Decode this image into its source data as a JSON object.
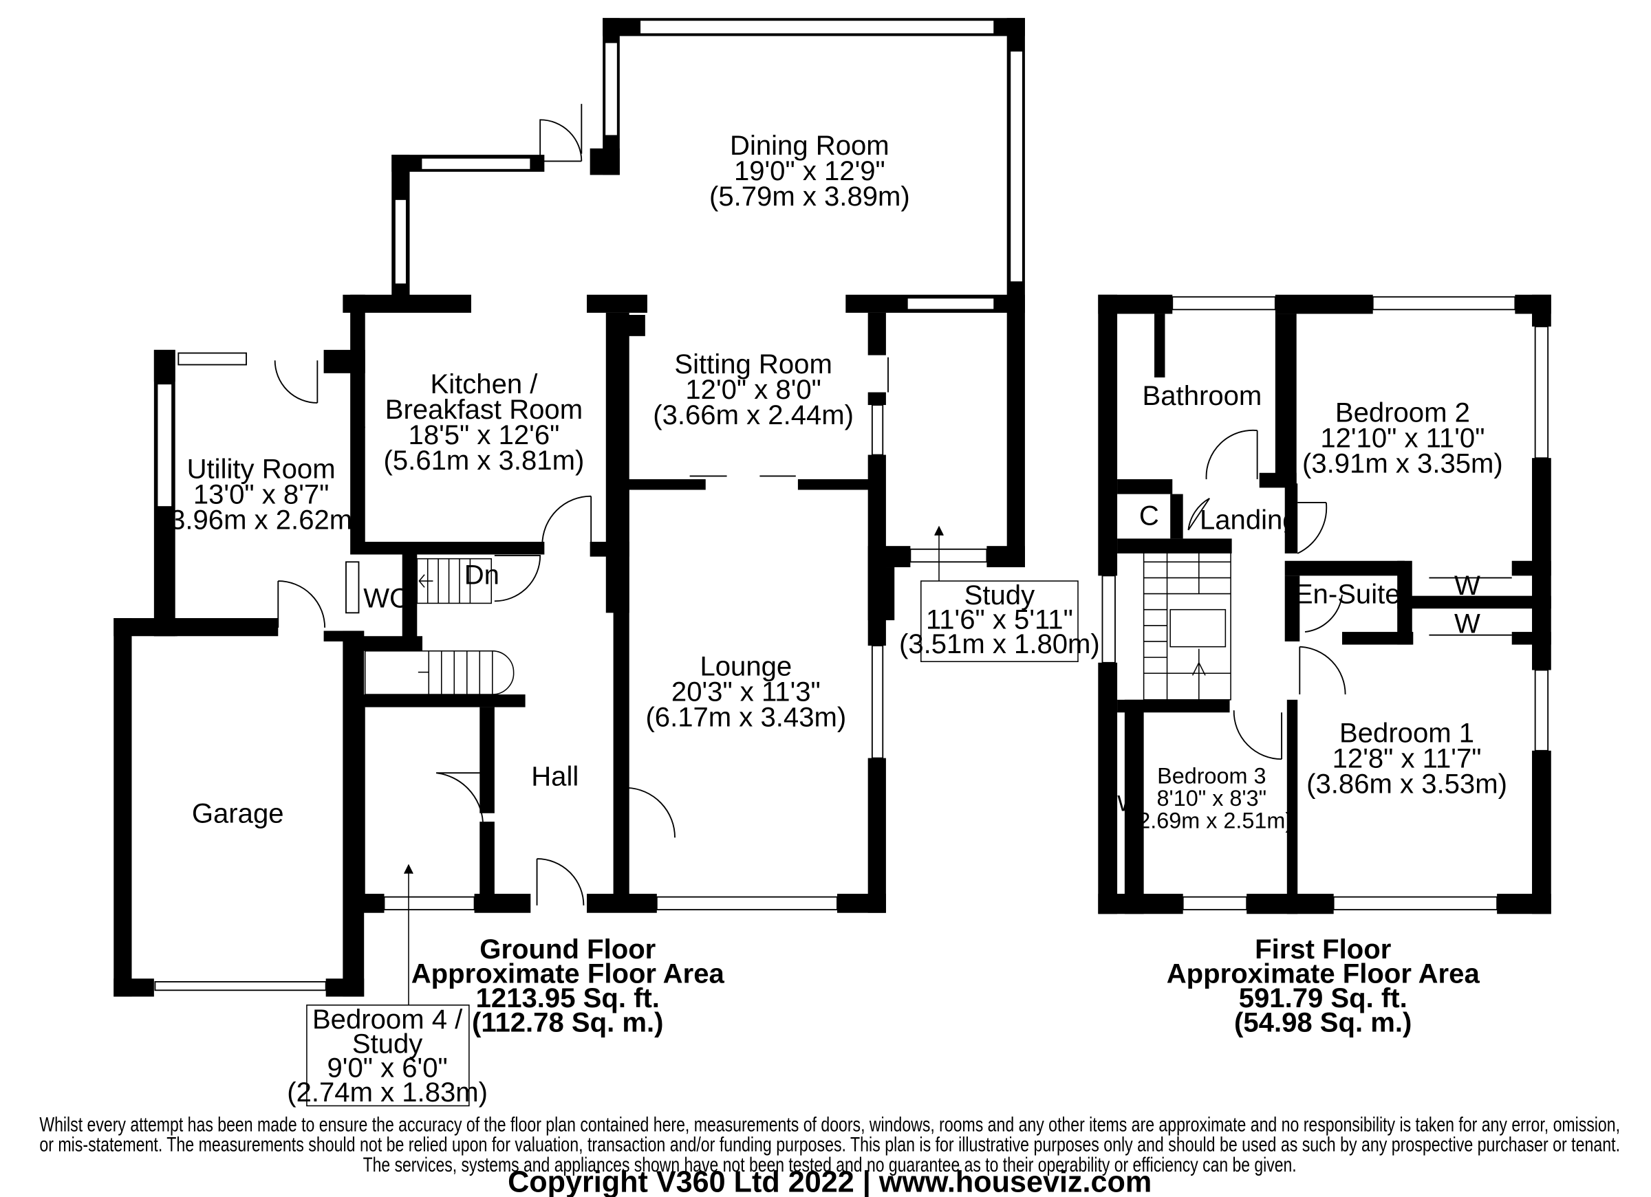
{
  "ground_floor": {
    "rooms": {
      "dining": {
        "name": "Dining Room",
        "imperial": "19'0\" x 12'9\"",
        "metric": "(5.79m x 3.89m)"
      },
      "sitting": {
        "name": "Sitting Room",
        "imperial": "12'0\" x 8'0\"",
        "metric": "(3.66m x 2.44m)"
      },
      "kitchen": {
        "name1": "Kitchen /",
        "name2": "Breakfast Room",
        "imperial": "18'5\" x 12'6\"",
        "metric": "(5.61m x 3.81m)"
      },
      "utility": {
        "name": "Utility Room",
        "imperial": "13'0\" x 8'7\"",
        "metric": "(3.96m x 2.62m)"
      },
      "study": {
        "name": "Study",
        "imperial": "11'6\" x 5'11\"",
        "metric": "(3.51m x 1.80m)"
      },
      "lounge": {
        "name": "Lounge",
        "imperial": "20'3\" x 11'3\"",
        "metric": "(6.17m x 3.43m)"
      },
      "wc": {
        "name": "WC"
      },
      "dn": {
        "name": "Dn"
      },
      "hall": {
        "name": "Hall"
      },
      "garage": {
        "name": "Garage"
      },
      "bedroom4": {
        "name1": "Bedroom 4 /",
        "name2": "Study",
        "imperial": "9'0\" x 6'0\"",
        "metric": "(2.74m x 1.83m)"
      }
    },
    "area": {
      "title": "Ground Floor",
      "subtitle": "Approximate Floor Area",
      "sqft": "1213.95 Sq. ft.",
      "sqm": "(112.78 Sq. m.)"
    }
  },
  "first_floor": {
    "rooms": {
      "bathroom": {
        "name": "Bathroom"
      },
      "bedroom2": {
        "name": "Bedroom 2",
        "imperial": "12'10\" x 11'0\"",
        "metric": "(3.91m x 3.35m)"
      },
      "cupboard": {
        "name": "C"
      },
      "landing": {
        "name": "Landing"
      },
      "ensuite": {
        "name": "En-Suite"
      },
      "wardrobe_a": {
        "name": "W"
      },
      "wardrobe_b": {
        "name": "W"
      },
      "wardrobe_c": {
        "name": "W"
      },
      "bedroom1": {
        "name": "Bedroom 1",
        "imperial": "12'8\" x 11'7\"",
        "metric": "(3.86m x 3.53m)"
      },
      "bedroom3": {
        "name": "Bedroom 3",
        "imperial": "8'10\" x 8'3\"",
        "metric": "(2.69m x 2.51m)"
      }
    },
    "area": {
      "title": "First Floor",
      "subtitle": "Approximate Floor Area",
      "sqft": "591.79 Sq. ft.",
      "sqm": "(54.98 Sq. m.)"
    }
  },
  "disclaimer": {
    "line1": "Whilst every attempt has been made to ensure the accuracy of the floor plan contained here, measurements of doors, windows, rooms and any other items are approximate and no responsibility is taken for any error, omission,",
    "line2": "or mis-statement. The measurements should not be relied upon for valuation, transaction and/or funding purposes. This plan is for illustrative purposes only and should be used as such by any prospective purchaser or tenant.",
    "line3": "The services, systems and appliances shown have not been tested and no guarantee as to their operability or efficiency can be given."
  },
  "copyright": "Copyright V360 Ltd 2022 | www.houseviz.com"
}
